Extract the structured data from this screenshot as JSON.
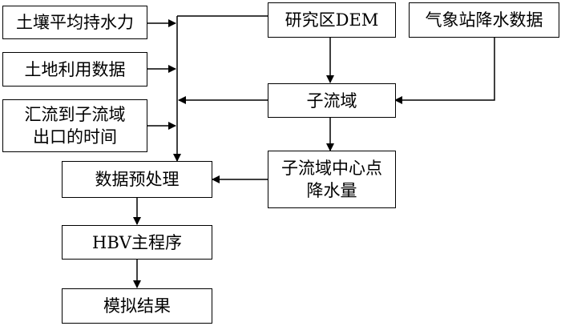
{
  "nodes": {
    "soil_water": "土壤平均持水力",
    "land_use": "土地利用数据",
    "flow_time_line1": "汇流到子流域",
    "flow_time_line2": "出口的时间",
    "dem": "研究区DEM",
    "station_precip": "气象站降水数据",
    "subbasin": "子流域",
    "centroid_precip_line1": "子流域中心点",
    "centroid_precip_line2": "降水量",
    "preprocess": "数据预处理",
    "hbv": "HBV主程序",
    "result": "模拟结果"
  },
  "edges": [
    {
      "from": "soil_water",
      "to": "preprocess"
    },
    {
      "from": "land_use",
      "to": "preprocess"
    },
    {
      "from": "flow_time",
      "to": "preprocess"
    },
    {
      "from": "dem",
      "to": "preprocess"
    },
    {
      "from": "dem",
      "to": "subbasin"
    },
    {
      "from": "station_precip",
      "to": "subbasin"
    },
    {
      "from": "subbasin",
      "to": "preprocess"
    },
    {
      "from": "subbasin",
      "to": "centroid_precip"
    },
    {
      "from": "centroid_precip",
      "to": "preprocess"
    },
    {
      "from": "preprocess",
      "to": "hbv"
    },
    {
      "from": "hbv",
      "to": "result"
    }
  ]
}
